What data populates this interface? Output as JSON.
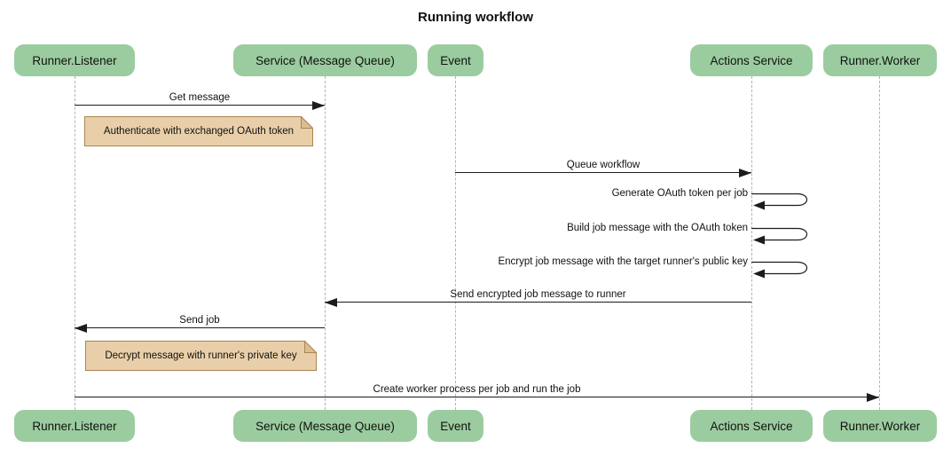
{
  "title": "Running workflow",
  "colors": {
    "participant_fill": "#9bcc9f",
    "note_fill": "#e9cfa9",
    "note_flap": "#ddbd90",
    "note_border": "#aa8552",
    "line_color": "#1c1c1c",
    "lifeline_color": "#b3b3b3",
    "text_color": "#111111"
  },
  "participants": [
    {
      "label": "Runner.Listener"
    },
    {
      "label": "Service (Message Queue)"
    },
    {
      "label": "Event"
    },
    {
      "label": "Actions Service"
    },
    {
      "label": "Runner.Worker"
    }
  ],
  "messages": [
    {
      "type": "arrow",
      "label": "Get message",
      "from": "Runner.Listener",
      "to": "Service (Message Queue)"
    },
    {
      "type": "note",
      "label": "Authenticate with exchanged OAuth token",
      "over": "Runner.Listener"
    },
    {
      "type": "arrow",
      "label": "Queue workflow",
      "from": "Event",
      "to": "Actions Service"
    },
    {
      "type": "self",
      "label": "Generate OAuth token per job",
      "actor": "Actions Service"
    },
    {
      "type": "self",
      "label": "Build job message with the OAuth token",
      "actor": "Actions Service"
    },
    {
      "type": "self",
      "label": "Encrypt job message with the target runner's public key",
      "actor": "Actions Service"
    },
    {
      "type": "arrow",
      "label": "Send encrypted job message to runner",
      "from": "Actions Service",
      "to": "Service (Message Queue)"
    },
    {
      "type": "arrow",
      "label": "Send job",
      "from": "Service (Message Queue)",
      "to": "Runner.Listener"
    },
    {
      "type": "note",
      "label": "Decrypt message with runner's private key",
      "over": "Runner.Listener"
    },
    {
      "type": "arrow",
      "label": "Create worker process per job and run the job",
      "from": "Runner.Listener",
      "to": "Runner.Worker"
    }
  ]
}
